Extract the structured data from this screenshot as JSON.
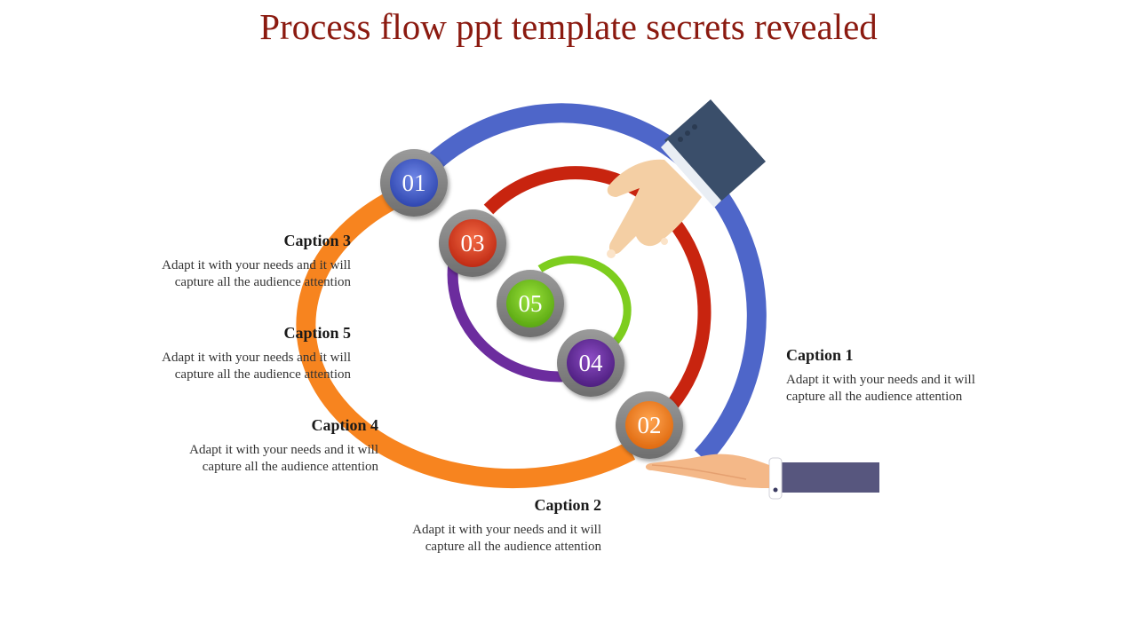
{
  "title": "Process flow ppt template secrets revealed",
  "steps": [
    {
      "number": "01",
      "color": "#4a64c8"
    },
    {
      "number": "02",
      "color": "#f08020"
    },
    {
      "number": "03",
      "color": "#d23a1e"
    },
    {
      "number": "04",
      "color": "#6a2d9c"
    },
    {
      "number": "05",
      "color": "#78c81e"
    }
  ],
  "captions": {
    "c1": {
      "title": "Caption 1",
      "line1": "Adapt it with your needs and it will",
      "line2": "capture all the audience attention"
    },
    "c2": {
      "title": "Caption 2",
      "line1": "Adapt it with your needs and it will",
      "line2": "capture all the audience attention"
    },
    "c3": {
      "title": "Caption 3",
      "line1": "Adapt it with your needs and it will",
      "line2": "capture all the audience attention"
    },
    "c4": {
      "title": "Caption 4",
      "line1": "Adapt it with your needs and it will",
      "line2": "capture all the audience attention"
    },
    "c5": {
      "title": "Caption 5",
      "line1": "Adapt it with your needs and it will",
      "line2": "capture all the audience attention"
    }
  }
}
